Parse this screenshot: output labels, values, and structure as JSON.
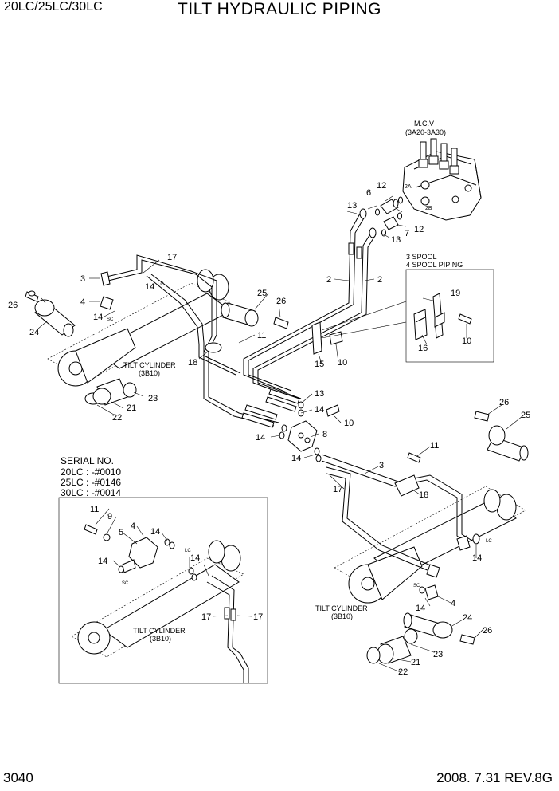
{
  "header": {
    "model": "20LC/25LC/30LC",
    "title": "TILT HYDRAULIC PIPING"
  },
  "footer": {
    "page_number": "3040",
    "revision_date": "2008. 7.31  REV.8G"
  },
  "labels": {
    "mcv_name": "M.C.V",
    "mcv_ref": "(3A20-3A30)",
    "spool_3": "3 SPOOL",
    "spool_4": "4 SPOOL PIPING",
    "tilt_cylinder_1": "TILT CYLINDER",
    "tilt_cylinder_1_ref": "(3B10)",
    "tilt_cylinder_2": "TILT CYLINDER",
    "tilt_cylinder_2_ref": "(3B10)",
    "tilt_cylinder_3": "TILT CYLINDER",
    "tilt_cylinder_3_ref": "(3B10)",
    "port_2a": "2A",
    "port_2b": "2B",
    "mark_sc": "SC",
    "mark_lc": "LC"
  },
  "serial_box": {
    "title": "SERIAL NO.",
    "lines": [
      "20LC : -#0010",
      "25LC : -#0146",
      "30LC : -#0014"
    ]
  },
  "callouts": {
    "c2a": "2",
    "c2b": "2",
    "c3a": "3",
    "c3b": "3",
    "c4a": "4",
    "c4b": "4",
    "c4c": "4",
    "c5": "5",
    "c6": "6",
    "c7": "7",
    "c8": "8",
    "c9": "9",
    "c10a": "10",
    "c10b": "10",
    "c10c": "10",
    "c11a": "11",
    "c11b": "11",
    "c11c": "11",
    "c12a": "12",
    "c12b": "12",
    "c13a": "13",
    "c13b": "13",
    "c13c": "13",
    "c14a": "14",
    "c14b": "14",
    "c14c": "14",
    "c14d": "14",
    "c14e": "14",
    "c14f": "14",
    "c14g": "14",
    "c14h": "14",
    "c14i": "14",
    "c14j": "14",
    "c15": "15",
    "c16": "16",
    "c17a": "17",
    "c17b": "17",
    "c17c": "17",
    "c17d": "17",
    "c18a": "18",
    "c18b": "18",
    "c19": "19",
    "c21a": "21",
    "c21b": "21",
    "c22a": "22",
    "c22b": "22",
    "c23a": "23",
    "c23b": "23",
    "c24a": "24",
    "c24b": "24",
    "c25a": "25",
    "c25b": "25",
    "c26a": "26",
    "c26b": "26",
    "c26c": "26",
    "c26d": "26"
  }
}
